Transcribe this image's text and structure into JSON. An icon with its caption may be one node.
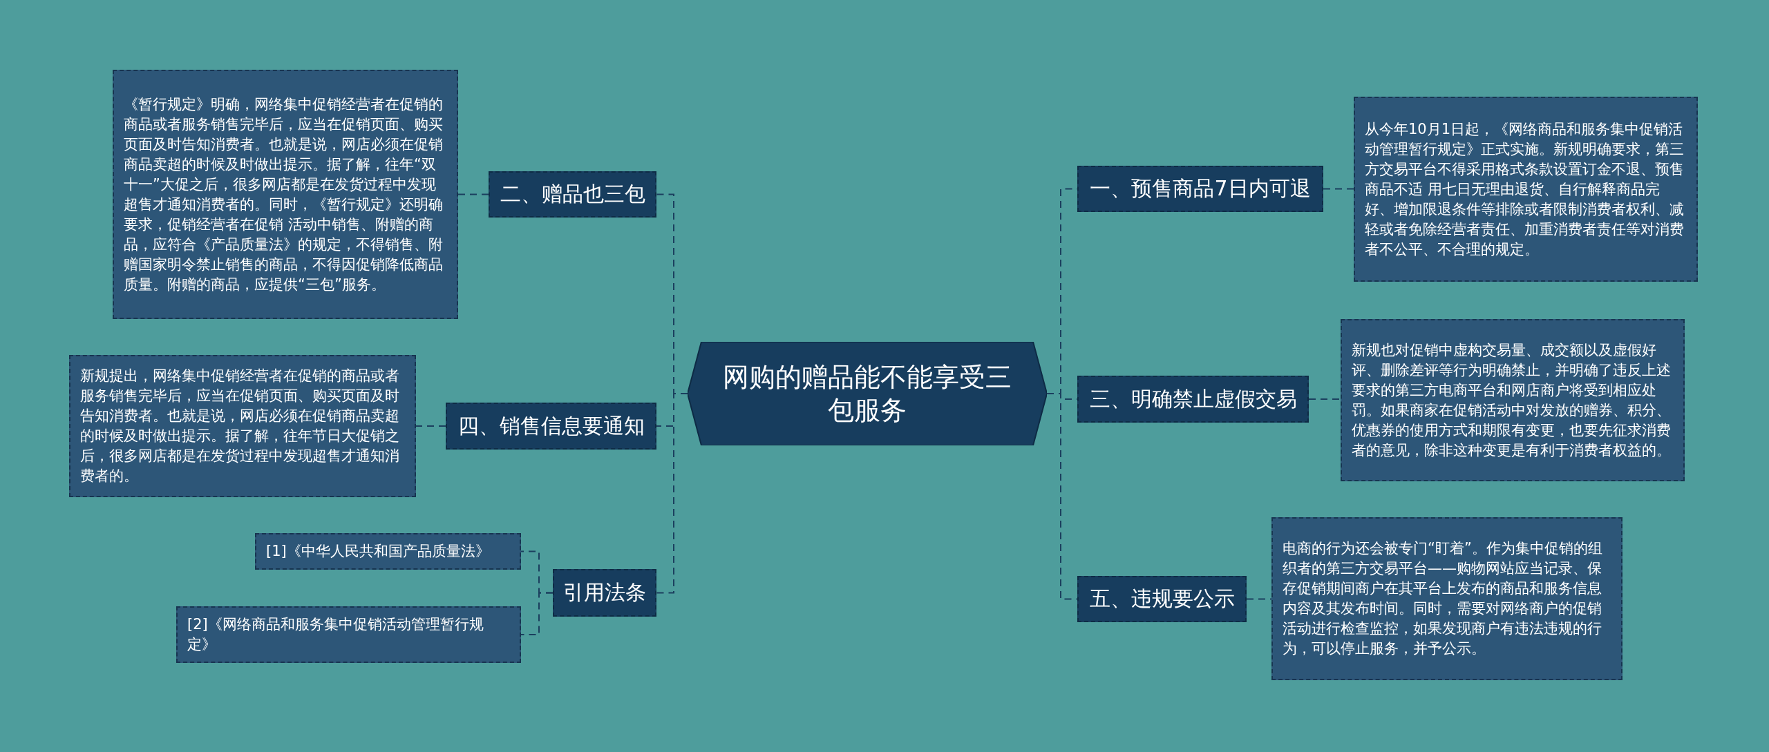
{
  "diagram": {
    "nodes": [
      {
        "text": [
          "网购的赠品能不能享受三包服务"
        ]
      },
      {
        "text": [
          "一、预售商品7日内可退"
        ]
      },
      {
        "text": [
          "从今年10月1日起，《网络商品和服务集中促销活动管理暂行规定》正式实施。新规明确要求，第三方交易平台不得采用格式条款设置订金不退、预售商品不适 用七日无理由退货、自行解释商品完好、增加限退条件等排除或者限制消费者权利、减轻或者免除经营者责任、加重消费者责任等对消费者不公平、不合理的规定。"
        ]
      },
      {
        "text": [
          "二、赠品也三包"
        ]
      },
      {
        "text": [
          "《暂行规定》明确，网络集中促销经营者在促销的商品或者服务销售完毕后，应当在促销页面、购买页面及时告知消费者。也就是说，网店必须在促销商品卖超的时候及时做出提示。据了解，往年“双十一”大促之后，很多网店都是在发货过程中发现超售才通知消费者的。同时，《暂行规定》还明确要求，促销经营者在促销 活动中销售、附赠的商品，应符合《产品质量法》的规定，不得销售、附赠国家明令禁止销售的商品，不得因促销降低商品质量。附赠的商品，应提供“三包”服务。"
        ]
      },
      {
        "text": [
          "三、明确禁止虚假交易"
        ]
      },
      {
        "text": [
          "新规也对促销中虚构交易量、成交额以及虚假好评、删除差评等行为明确禁止，并明确了违反上述要求的第三方电商平台和网店商户将受到相应处罚。如果商家在促销活动中对发放的赠券、积分、优惠券的使用方式和期限有变更，也要先征求消费者的意见，除非这种变更是有利于消费者权益的。"
        ]
      },
      {
        "text": [
          "四、销售信息要通知"
        ]
      },
      {
        "text": [
          "新规提出，网络集中促销经营者在促销的商品或者服务销售完毕后，应当在促销页面、购买页面及时告知消费者。也就是说，网店必须在促销商品卖超的时候及时做出提示。据了解，往年节日大促销之后，很多网店都是在发货过程中发现超售才通知消费者的。"
        ]
      },
      {
        "text": [
          "五、违规要公示"
        ]
      },
      {
        "text": [
          "电商的行为还会被专门“盯着”。作为集中促销的组织者的第三方交易平台——购物网站应当记录、保存促销期间商户在其平台上发布的商品和服务信息内容及其发布时间。同时，需要对网络商户的促销活动进行检查监控，如果发现商户有违法违规的行为，可以停止服务，并予公示。"
        ]
      },
      {
        "text": [
          "引用法条"
        ]
      },
      {
        "text": [
          "[1]《中华人民共和国产品质量法》"
        ]
      },
      {
        "text": [
          "[2]《网络商品和服务集中促销活动管理暂行规定》"
        ]
      }
    ],
    "edges": [
      {
        "from": 0,
        "to": 1,
        "arrow": "none",
        "style": "dashed"
      },
      {
        "from": 1,
        "to": 2,
        "arrow": "none",
        "style": "dashed"
      },
      {
        "from": 0,
        "to": 3,
        "arrow": "none",
        "style": "dashed"
      },
      {
        "from": 3,
        "to": 4,
        "arrow": "none",
        "style": "dashed"
      },
      {
        "from": 0,
        "to": 5,
        "arrow": "none",
        "style": "dashed"
      },
      {
        "from": 5,
        "to": 6,
        "arrow": "none",
        "style": "dashed"
      },
      {
        "from": 0,
        "to": 7,
        "arrow": "none",
        "style": "dashed"
      },
      {
        "from": 7,
        "to": 8,
        "arrow": "none",
        "style": "dashed"
      },
      {
        "from": 0,
        "to": 9,
        "arrow": "none",
        "style": "dashed"
      },
      {
        "from": 9,
        "to": 10,
        "arrow": "none",
        "style": "dashed"
      },
      {
        "from": 0,
        "to": 11,
        "arrow": "none",
        "style": "dashed"
      },
      {
        "from": 11,
        "to": 12,
        "arrow": "none",
        "style": "dashed"
      },
      {
        "from": 11,
        "to": 13,
        "arrow": "none",
        "style": "dashed"
      }
    ]
  }
}
